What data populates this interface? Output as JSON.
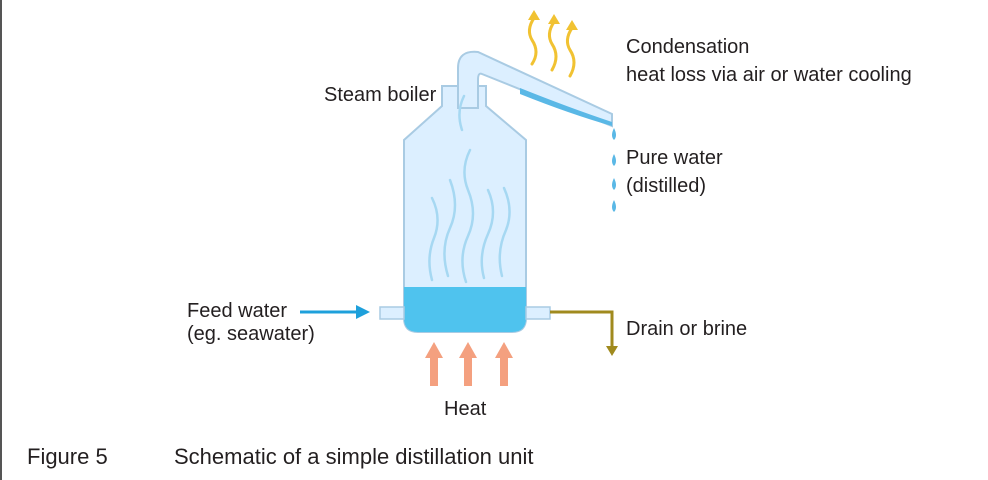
{
  "labels": {
    "steam_boiler": "Steam boiler",
    "condensation_line1": "Condensation",
    "condensation_line2": "heat loss via air or water cooling",
    "pure_water_line1": "Pure water",
    "pure_water_line2": "(distilled)",
    "feed_water_line1": "Feed water",
    "feed_water_line2": "(eg. seawater)",
    "drain": "Drain or brine",
    "heat": "Heat"
  },
  "caption": {
    "number": "Figure 5",
    "text": "Schematic of a simple distillation unit"
  },
  "colors": {
    "vessel_fill": "#dcefff",
    "vessel_stroke": "#a9cbe3",
    "water": "#4fc3ee",
    "feed_arrow": "#1ea0db",
    "drain_pipe": "#a08a1e",
    "heat_arrow": "#f4a07f",
    "cooling_arrow": "#f1c232",
    "steam_wisp": "#a6d8f2",
    "droplet": "#5ab8e6"
  }
}
